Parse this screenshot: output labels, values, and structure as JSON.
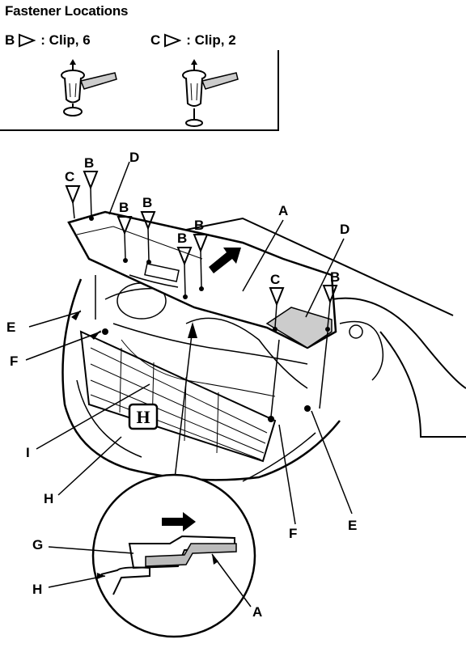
{
  "title": "Fastener Locations",
  "legend": [
    {
      "letter": "B",
      "text": ": Clip, 6"
    },
    {
      "letter": "C",
      "text": ": Clip, 2"
    }
  ],
  "callouts": {
    "A": "A",
    "B": "B",
    "C": "C",
    "D": "D",
    "E": "E",
    "F": "F",
    "G": "G",
    "H": "H",
    "I": "I"
  },
  "badge_logo": "H"
}
